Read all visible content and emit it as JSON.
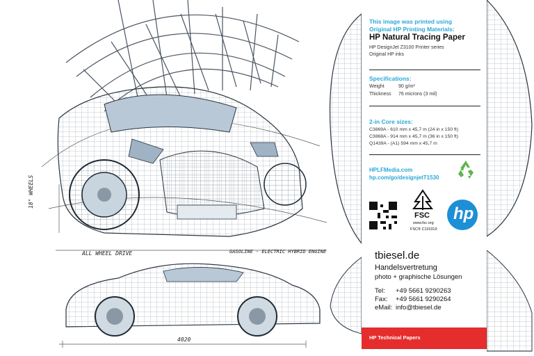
{
  "header": {
    "line1": "This image was printed using",
    "line2": "Original HP Printing Materials:",
    "product": "HP Natural Tracing Paper",
    "printer": "HP DesignJet Z3100 Printer series",
    "inks": "Original HP inks"
  },
  "specifications": {
    "heading": "Specifications:",
    "rows": [
      {
        "label": "Weight",
        "value": "90 g/m²"
      },
      {
        "label": "Thickness",
        "value": "76 microns (3 mil)"
      }
    ]
  },
  "core_sizes": {
    "heading": "2-in Core sizes:",
    "items": [
      "C3869A - 610 mm x 45,7 m (24 in x 150 ft)",
      "C3868A - 914 mm x 45,7 m (36 in x 150 ft)",
      "Q1439A - (A1) 594 mm x 45,7 m"
    ]
  },
  "links": {
    "site1": "HPLFMedia.com",
    "site2": "hp.com/go/designjetT1530"
  },
  "fsc": {
    "label": "FSC",
    "site": "www.fsc.org",
    "code": "FSC® C115319"
  },
  "hp_logo": "hp",
  "dealer": {
    "name": "tbiesel.de",
    "line1": "Handelsvertretung",
    "line2": "photo + graphische Lösungen",
    "contacts": [
      {
        "label": "Tel:",
        "value": "+49 5661 9290263"
      },
      {
        "label": "Fax:",
        "value": "+49 5661 9290264"
      },
      {
        "label": "eMail:",
        "value": "info@tbiesel.de"
      }
    ]
  },
  "footer": "HP Technical Papers",
  "sketch": {
    "wheels": "18\" WHEELS",
    "awd": "ALL WHEEL DRIVE",
    "engine": "GASOLINE - ELECTRIC HYBRID ENGINE",
    "length": "4020"
  },
  "colors": {
    "accent": "#2aa8d8",
    "footer": "#e52d2d",
    "hp_blue": "#1d8fd6",
    "recycle_green": "#5db64a"
  }
}
